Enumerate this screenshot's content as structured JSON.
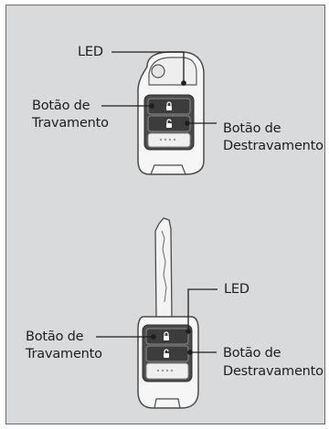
{
  "top_key": {
    "led": "LED",
    "lock_label": [
      "Botão de",
      "Travamento"
    ],
    "unlock_label": [
      "Botão de",
      "Destravamento"
    ]
  },
  "bottom_key": {
    "led": "LED",
    "lock_label": [
      "Botão de",
      "Travamento"
    ],
    "unlock_label": [
      "Botão de",
      "Destravamento"
    ]
  }
}
